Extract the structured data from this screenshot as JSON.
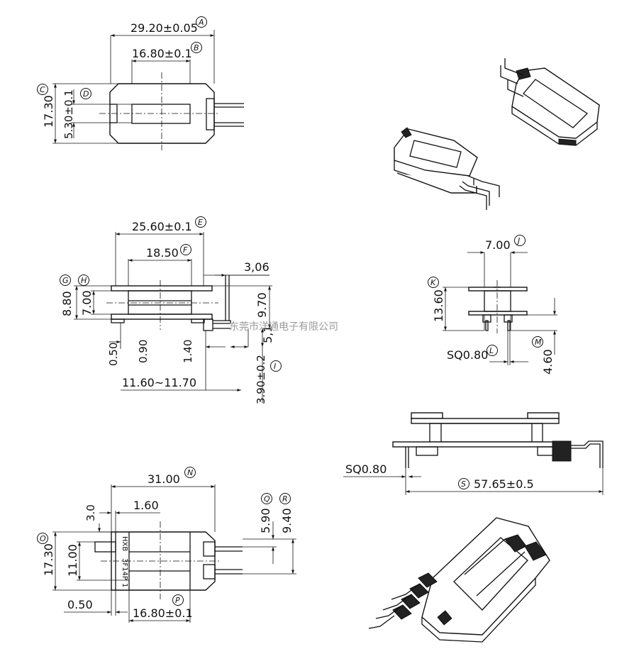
{
  "watermark": "东莞市洋通电子有限公司",
  "imprint": {
    "brand": "HXB",
    "part": "3F14P",
    "pin": "1"
  },
  "dimensions": {
    "A": {
      "tag": "A",
      "text": "29.20±0.05"
    },
    "B": {
      "tag": "B",
      "text": "16.80±0.1"
    },
    "C": {
      "tag": "C",
      "text": "17.30"
    },
    "D": {
      "tag": "D",
      "text": "5.30±0.1"
    },
    "E": {
      "tag": "E",
      "text": "25.60±0.1"
    },
    "F": {
      "tag": "F",
      "text": "18.50"
    },
    "G": {
      "tag": "G",
      "text": "8.80"
    },
    "H": {
      "tag": "H",
      "text": "7.00"
    },
    "lead_offset": {
      "text": "3,06"
    },
    "flange_h": {
      "text": "9.70"
    },
    "step": {
      "text": "5,1"
    },
    "d050a": {
      "text": "0.50"
    },
    "d090": {
      "text": "0.90"
    },
    "d140": {
      "text": "1.40"
    },
    "I": {
      "tag": "I",
      "text": "3.90±0.2"
    },
    "span": {
      "text": "11.60~11.70"
    },
    "J": {
      "tag": "J",
      "text": "7.00"
    },
    "K": {
      "tag": "K",
      "text": "13.60"
    },
    "L": {
      "tag": "L",
      "text": "SQ0.80"
    },
    "M": {
      "tag": "M",
      "text": "4.60"
    },
    "sq_side": {
      "text": "SQ0.80"
    },
    "S": {
      "tag": "S",
      "text": "57.65±0.5"
    },
    "N": {
      "tag": "N",
      "text": "31.00"
    },
    "d30": {
      "text": "3.0"
    },
    "d160": {
      "text": "1.60"
    },
    "Q": {
      "tag": "Q",
      "text": "5.90"
    },
    "R": {
      "tag": "R",
      "text": "9.40"
    },
    "O": {
      "tag": "O",
      "text": "17.30"
    },
    "d1100": {
      "text": "11.00"
    },
    "d050b": {
      "text": "0.50"
    },
    "P": {
      "tag": "P",
      "text": "16.80±0.1"
    }
  }
}
